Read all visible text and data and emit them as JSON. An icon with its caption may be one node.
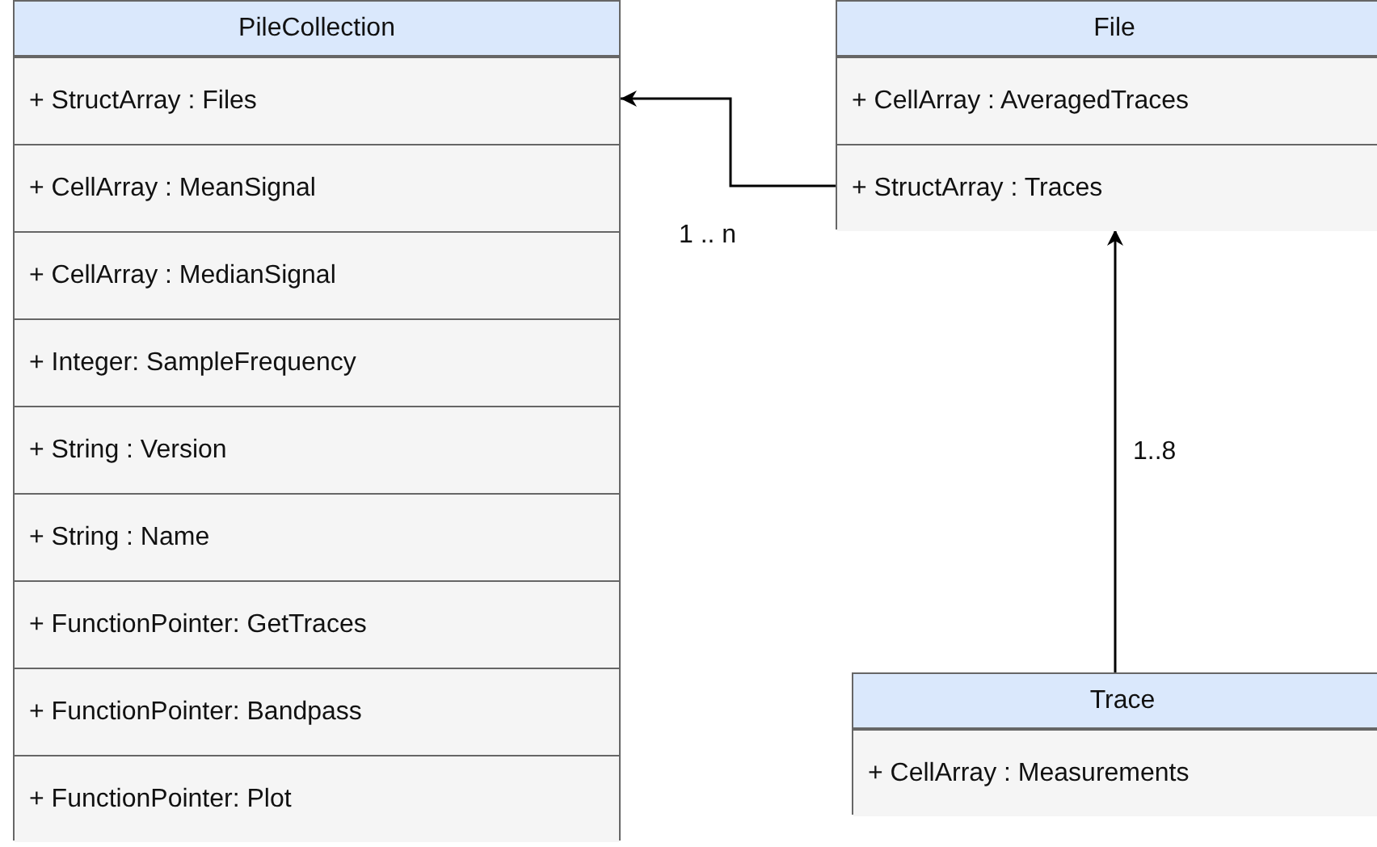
{
  "diagram": {
    "nodes": [
      {
        "text": [
          "PileCollection"
        ]
      },
      {
        "text": [
          "+ StructArray : Files"
        ],
        "in": 0
      },
      {
        "text": [
          "+ CellArray : MeanSignal"
        ],
        "in": 0
      },
      {
        "text": [
          "+ CellArray : MedianSignal"
        ],
        "in": 0
      },
      {
        "text": [
          "+ Integer: SampleFrequency"
        ],
        "in": 0
      },
      {
        "text": [
          "+ String : Version"
        ],
        "in": 0
      },
      {
        "text": [
          "+ String : Name"
        ],
        "in": 0
      },
      {
        "text": [
          "+ FunctionPointer: GetTraces"
        ],
        "in": 0
      },
      {
        "text": [
          "+ FunctionPointer: Bandpass"
        ],
        "in": 0
      },
      {
        "text": [
          "+ FunctionPointer: Plot"
        ],
        "in": 0
      },
      {
        "text": [
          "File"
        ]
      },
      {
        "text": [
          "+ CellArray : AveragedTraces"
        ],
        "in": 10
      },
      {
        "text": [
          "+ StructArray : Traces"
        ],
        "in": 10
      },
      {
        "text": [
          "Trace"
        ]
      },
      {
        "text": [
          "+ CellArray : Measurements"
        ],
        "in": 13
      }
    ],
    "edges": [
      {
        "from": 12,
        "to": 1,
        "arrow": "to",
        "label": "1 .. n"
      },
      {
        "from": 13,
        "to": 10,
        "arrow": "to",
        "label": "1..8"
      }
    ]
  }
}
